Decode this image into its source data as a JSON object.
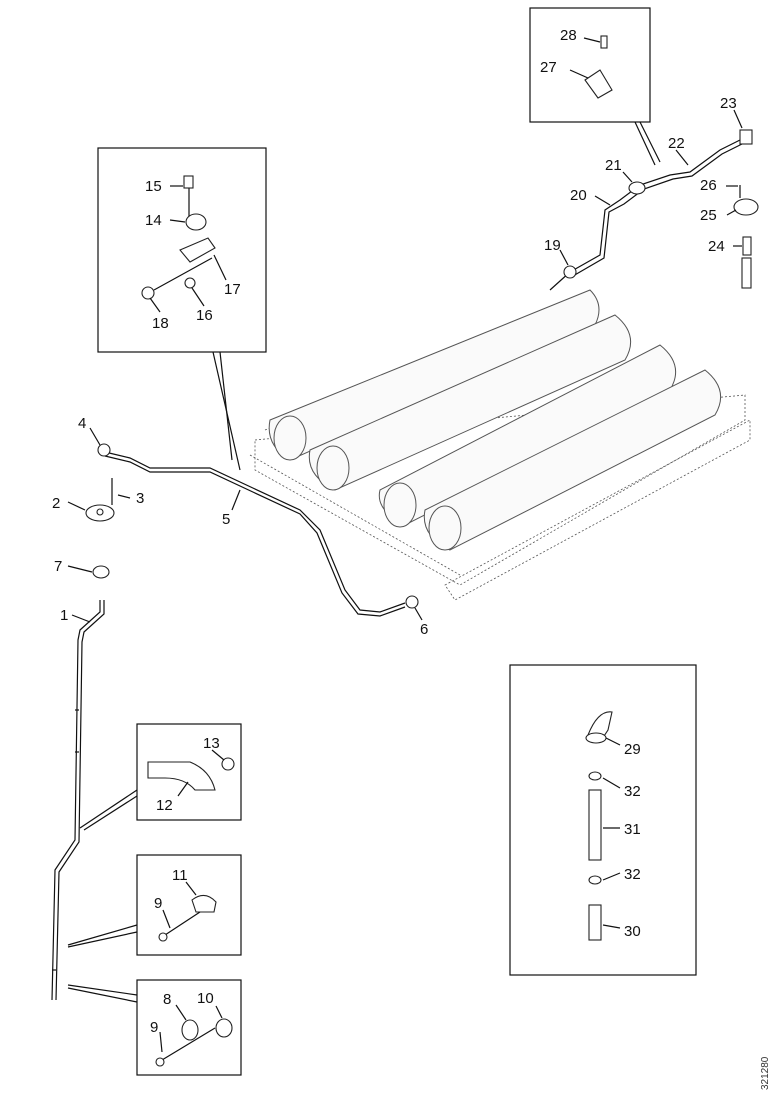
{
  "callouts": {
    "c1": "1",
    "c2": "2",
    "c3": "3",
    "c4": "4",
    "c5": "5",
    "c6": "6",
    "c7": "7",
    "c8": "8",
    "c9a": "9",
    "c9b": "9",
    "c10": "10",
    "c11": "11",
    "c12": "12",
    "c13": "13",
    "c14": "14",
    "c15": "15",
    "c16": "16",
    "c17": "17",
    "c18": "18",
    "c19": "19",
    "c20": "20",
    "c21": "21",
    "c22": "22",
    "c23": "23",
    "c24": "24",
    "c25": "25",
    "c26": "26",
    "c27": "27",
    "c28": "28",
    "c29": "29",
    "c30": "30",
    "c31": "31",
    "c32a": "32",
    "c32b": "32"
  },
  "doc_id": "321280"
}
